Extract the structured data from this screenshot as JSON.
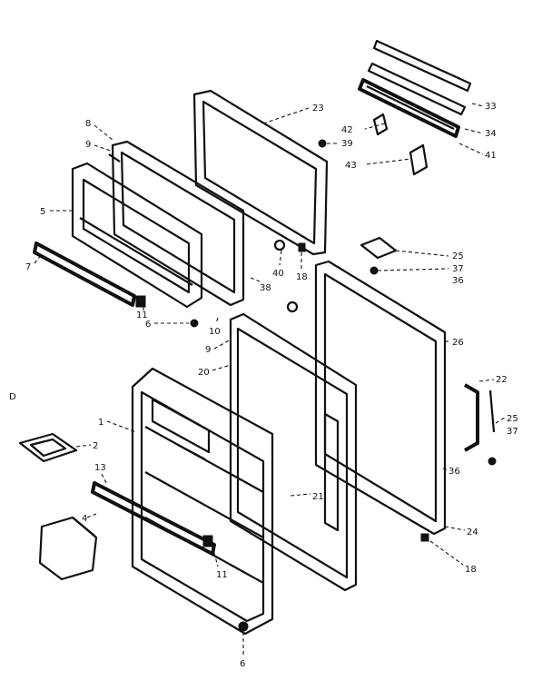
{
  "callouts": [
    {
      "id": "33",
      "text": "33"
    },
    {
      "id": "34",
      "text": "34"
    },
    {
      "id": "41",
      "text": "41"
    },
    {
      "id": "23",
      "text": "23"
    },
    {
      "id": "42",
      "text": "42"
    },
    {
      "id": "39",
      "text": "39"
    },
    {
      "id": "43",
      "text": "43"
    },
    {
      "id": "8a",
      "text": "8"
    },
    {
      "id": "9a",
      "text": "9"
    },
    {
      "id": "5",
      "text": "5"
    },
    {
      "id": "7",
      "text": "7"
    },
    {
      "id": "25a",
      "text": "25"
    },
    {
      "id": "37a",
      "text": "37"
    },
    {
      "id": "36a",
      "text": "36"
    },
    {
      "id": "40",
      "text": "40"
    },
    {
      "id": "18a",
      "text": "18"
    },
    {
      "id": "38",
      "text": "38"
    },
    {
      "id": "11a",
      "text": "11"
    },
    {
      "id": "6a",
      "text": "6"
    },
    {
      "id": "10",
      "text": "10"
    },
    {
      "id": "9b",
      "text": "9"
    },
    {
      "id": "20",
      "text": "20"
    },
    {
      "id": "26a",
      "text": "26"
    },
    {
      "id": "22",
      "text": "22"
    },
    {
      "id": "25b",
      "text": "25"
    },
    {
      "id": "37b",
      "text": "37"
    },
    {
      "id": "36b",
      "text": "36"
    },
    {
      "id": "1",
      "text": "1"
    },
    {
      "id": "2",
      "text": "2"
    },
    {
      "id": "13",
      "text": "13"
    },
    {
      "id": "4",
      "text": "4"
    },
    {
      "id": "11b",
      "text": "11"
    },
    {
      "id": "21",
      "text": "21"
    },
    {
      "id": "24",
      "text": "24"
    },
    {
      "id": "18b",
      "text": "18"
    },
    {
      "id": "6b",
      "text": "6"
    },
    {
      "id": "corner",
      "text": "D"
    }
  ]
}
